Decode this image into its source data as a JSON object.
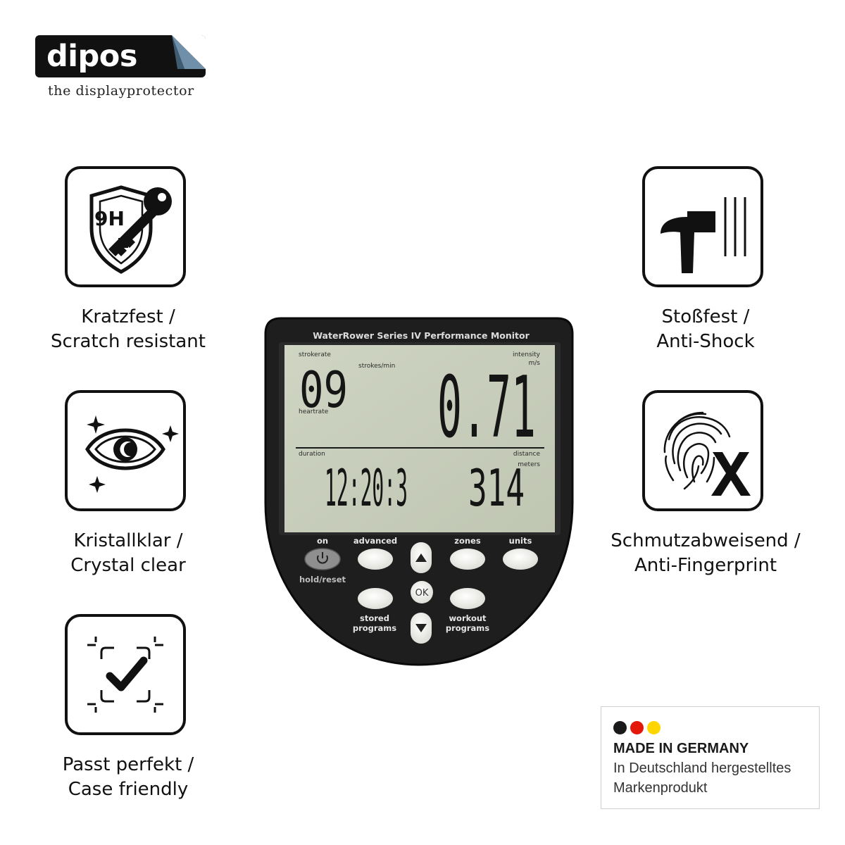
{
  "brand": {
    "logo_text": "dipos",
    "tagline": "the displayprotector"
  },
  "features": [
    {
      "icon": "shield-key-9h-icon",
      "icon_text": "9H",
      "line1": "Kratzfest /",
      "line2": "Scratch resistant"
    },
    {
      "icon": "eye-sparkle-icon",
      "line1": "Kristallklar /",
      "line2": "Crystal clear"
    },
    {
      "icon": "check-frame-icon",
      "line1": "Passt perfekt /",
      "line2": "Case friendly"
    },
    {
      "icon": "hammer-icon",
      "line1": "Stoßfest /",
      "line2": "Anti-Shock"
    },
    {
      "icon": "fingerprint-x-icon",
      "line1": "Schmutzabweisend /",
      "line2": "Anti-Fingerprint"
    }
  ],
  "device": {
    "title": "WaterRower Series IV Performance Monitor",
    "screen": {
      "label_strokerate": "strokerate",
      "label_strokes_min": "strokes/min",
      "label_heartrate": "heartrate",
      "label_intensity": "intensity",
      "label_ms": "m/s",
      "label_duration": "duration",
      "label_distance": "distance",
      "label_meters": "meters",
      "value_strokerate": "09",
      "value_intensity": "0.71",
      "value_duration": "12:20:3",
      "value_distance": "314"
    },
    "buttons": {
      "on": "on",
      "advanced": "advanced",
      "zones": "zones",
      "units": "units",
      "hold_reset": "hold/reset",
      "ok": "OK",
      "stored_1": "stored",
      "stored_2": "programs",
      "workout_1": "workout",
      "workout_2": "programs"
    }
  },
  "badge": {
    "title": "MADE IN GERMANY",
    "line1": "In Deutschland hergestelltes",
    "line2": "Markenprodukt",
    "flag_colors": [
      "#1a1a1a",
      "#e3170a",
      "#ffd500"
    ]
  },
  "colors": {
    "ink": "#111111",
    "lcd_background": "#c9cfbd",
    "device_body": "#1e1e1e",
    "button_face": "#efefeb"
  }
}
